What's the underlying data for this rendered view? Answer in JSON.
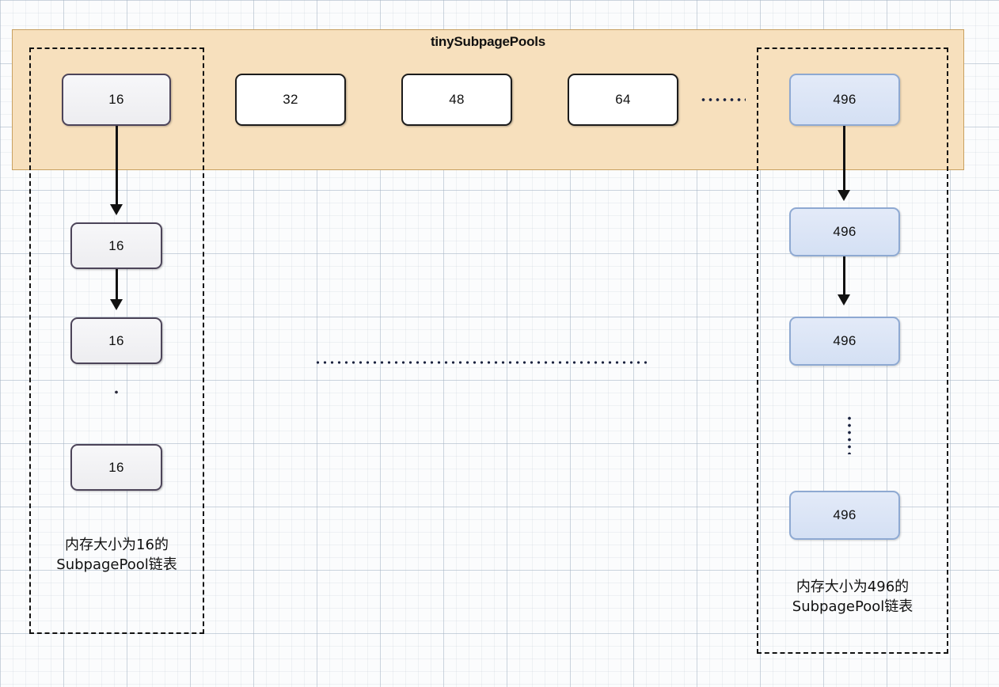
{
  "diagram": {
    "title": "tinySubpagePools",
    "banner_color": "#f7e0bd",
    "banner_border_color": "#c8a060"
  },
  "pool_header": {
    "boxes": [
      {
        "label": "16",
        "style": "gray"
      },
      {
        "label": "32",
        "style": "white"
      },
      {
        "label": "48",
        "style": "white"
      },
      {
        "label": "64",
        "style": "white"
      },
      {
        "label": "496",
        "style": "blue"
      }
    ],
    "ellipsis": "......."
  },
  "left_chain": {
    "nodes": [
      "16",
      "16",
      "16",
      "16"
    ],
    "vertical_ellipsis": "··",
    "caption_line1": "内存大小为16的",
    "caption_line2": "SubpagePool链表"
  },
  "right_chain": {
    "nodes": [
      "496",
      "496",
      "496",
      "496"
    ],
    "vertical_ellipsis": "·······",
    "caption_line1": "内存大小为496的",
    "caption_line2": "SubpagePool链表"
  },
  "middle_separator": {
    "style": "horizontal-dotted-line",
    "color": "#1c2440"
  }
}
